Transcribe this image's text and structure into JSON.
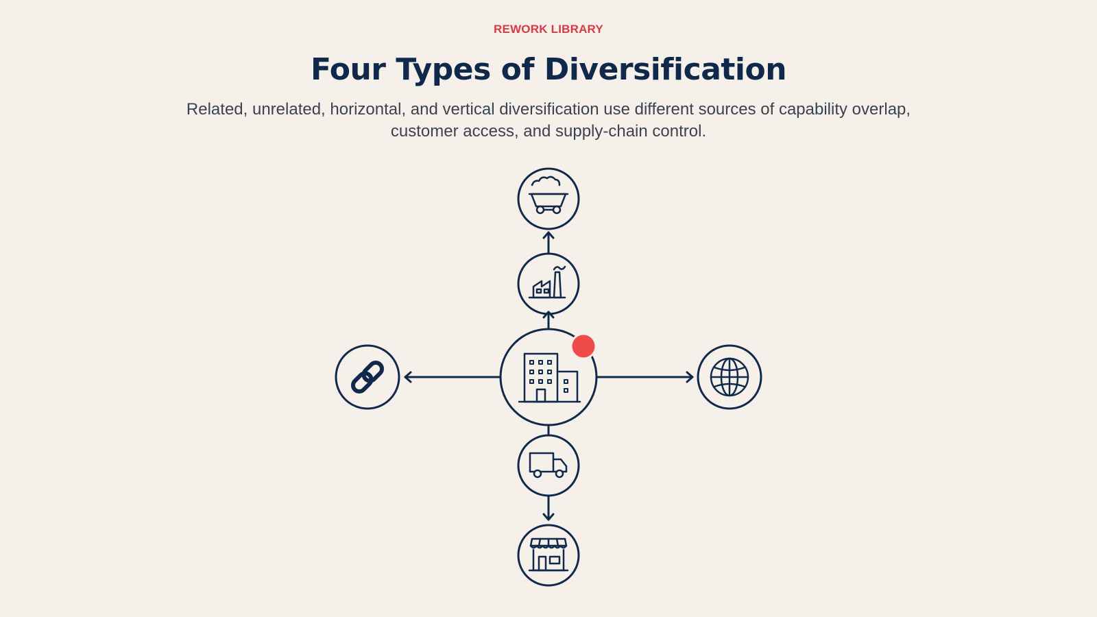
{
  "header": {
    "eyebrow": "REWORK LIBRARY",
    "title": "Four Types of Diversification",
    "subtitle": "Related, unrelated, horizontal, and vertical diversification use different sources of capability overlap, customer access, and supply-chain control."
  },
  "colors": {
    "background": "#f5f1ea",
    "navy": "#10294a",
    "accent_red": "#f04b4b",
    "eyebrow_red": "#d63a45"
  },
  "diagram": {
    "center": {
      "icon": "office-building-icon"
    },
    "nodes": [
      {
        "id": "raw-materials",
        "icon": "mine-cart-icon"
      },
      {
        "id": "manufacturing",
        "icon": "factory-icon"
      },
      {
        "id": "related",
        "icon": "chain-link-icon"
      },
      {
        "id": "unrelated",
        "icon": "globe-icon"
      },
      {
        "id": "distribution",
        "icon": "delivery-truck-icon"
      },
      {
        "id": "retail",
        "icon": "storefront-icon"
      }
    ],
    "highlight": {
      "icon": "red-dot-marker"
    }
  }
}
